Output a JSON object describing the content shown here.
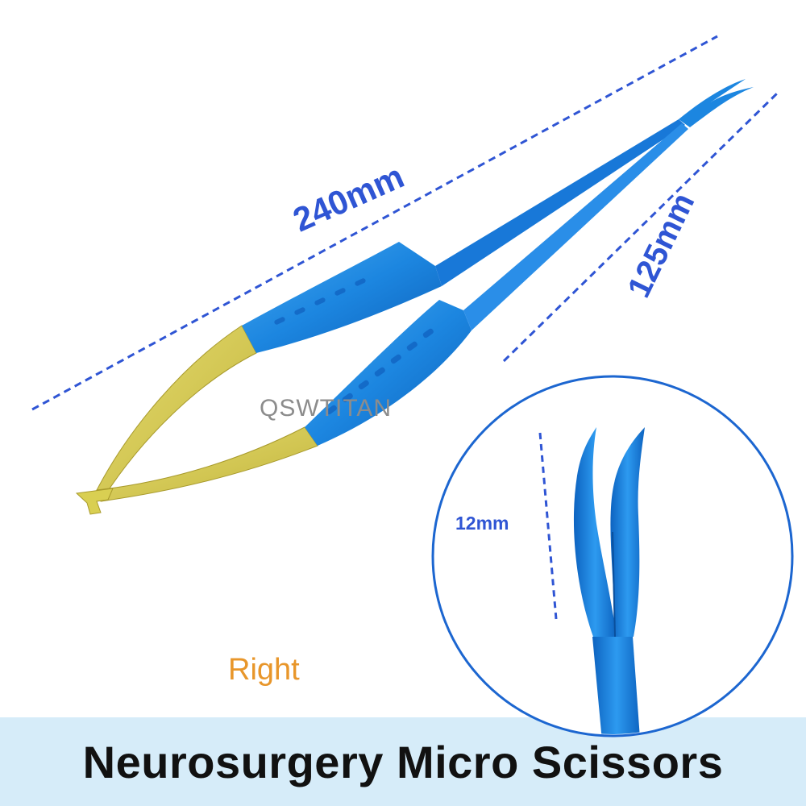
{
  "labels": {
    "total_length": "240mm",
    "blade_length": "125mm",
    "tip_length": "12mm",
    "watermark": "QSWTITAN",
    "orientation": "Right"
  },
  "banner": {
    "title": "Neurosurgery Micro Scissors"
  },
  "colors": {
    "dimension_blue": "#2f55d4",
    "instrument_blue": "#1c86e0",
    "handle_gold": "#d9cf52",
    "orientation_orange": "#e8962a",
    "banner_bg": "#d6ecf9"
  }
}
